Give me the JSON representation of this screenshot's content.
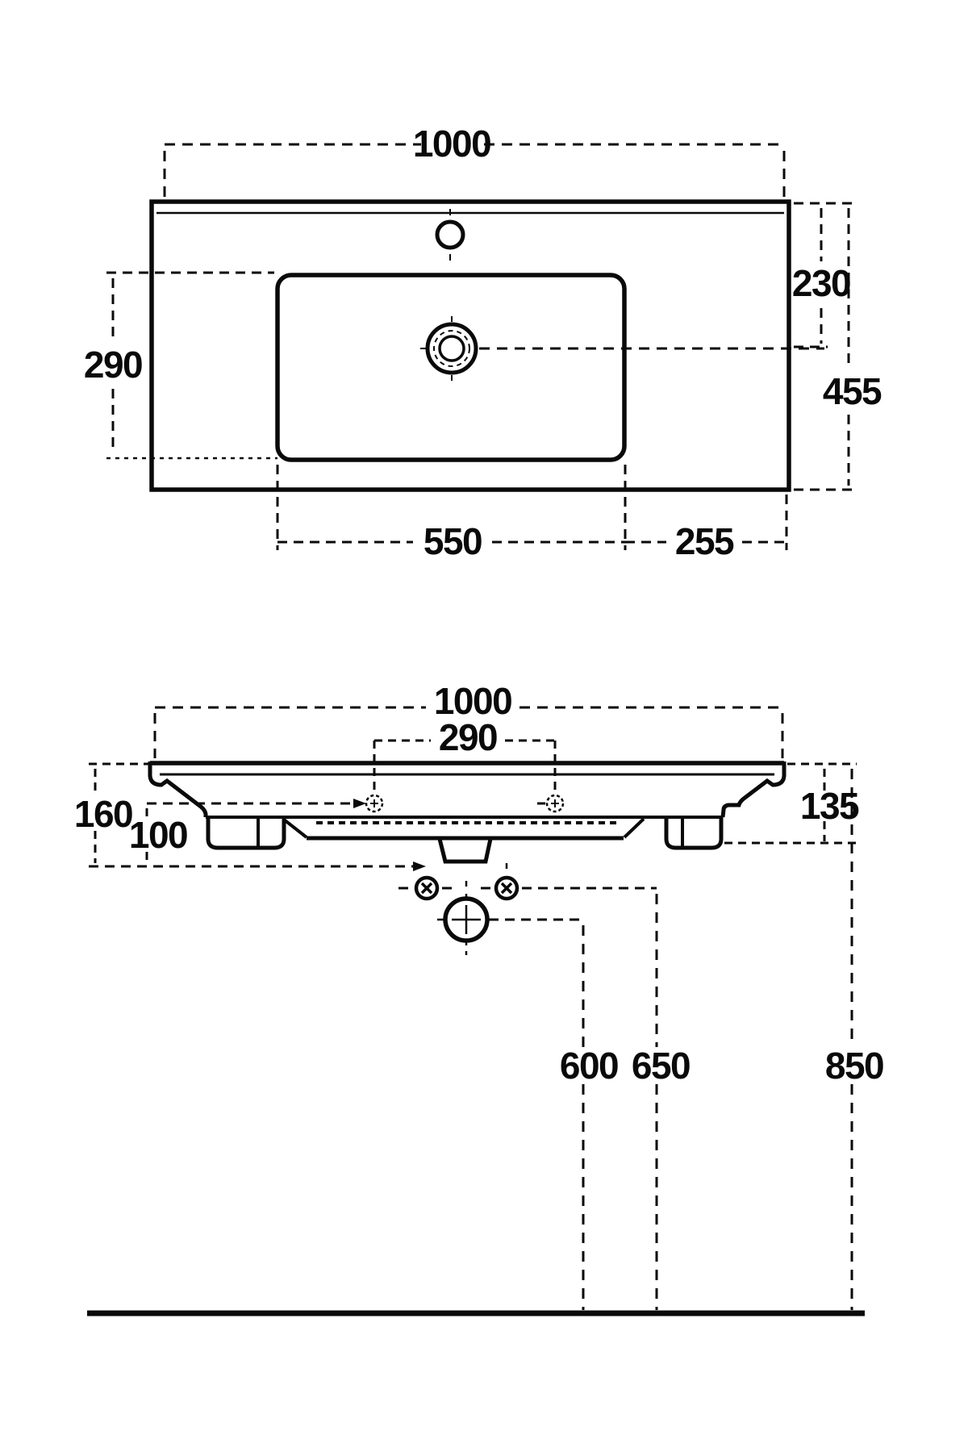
{
  "document": {
    "type": "technical-drawing",
    "subject": "vanity washbasin dimensional diagram, plan view and front elevation",
    "units": "mm"
  },
  "colors": {
    "line": "#0a0a0a",
    "background": "#ffffff"
  },
  "plan_view": {
    "overall_width": "1000",
    "drain_center_from_back": "230",
    "overall_depth": "455",
    "bowl_depth": "290",
    "bowl_width": "550",
    "right_deck_width": "255"
  },
  "front_view": {
    "overall_width": "1000",
    "fixing_hole_spacing": "290",
    "height_rim_to_trap_bottom": "160",
    "height_fixings_to_trap_bottom": "100",
    "body_height": "135",
    "drain_outlet_height": "600",
    "fixing_height": "650",
    "rim_height_from_floor": "850"
  }
}
